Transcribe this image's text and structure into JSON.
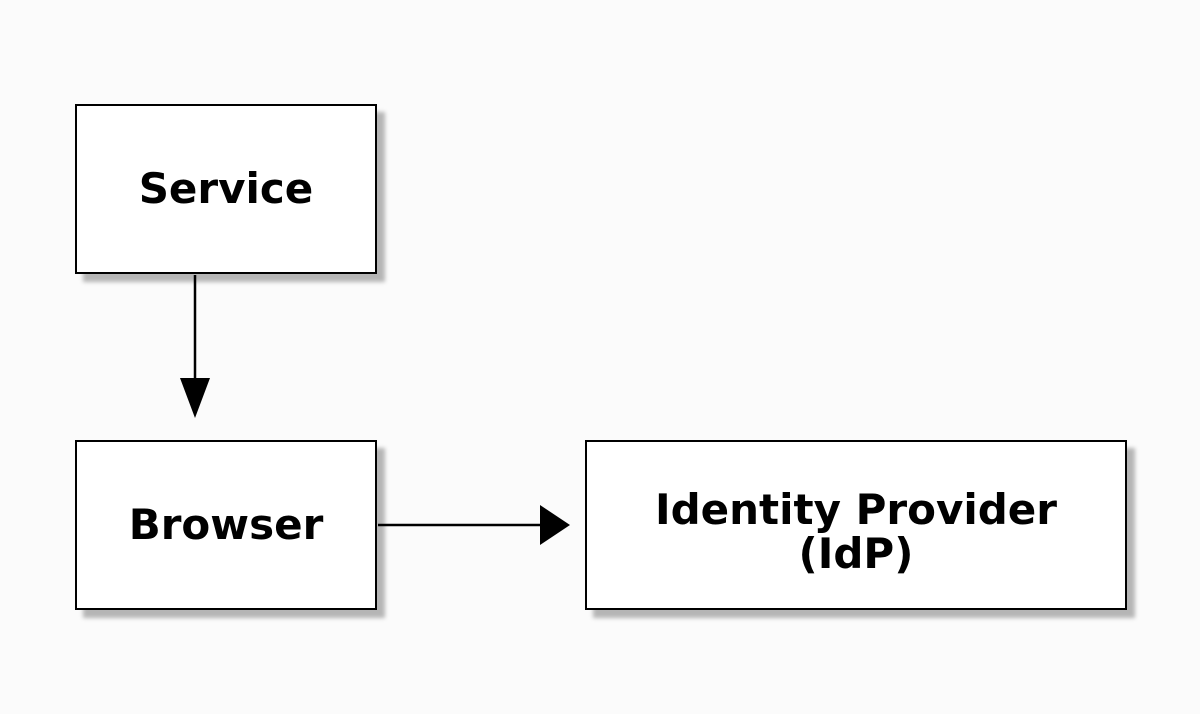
{
  "diagram": {
    "nodes": [
      {
        "id": "service",
        "label": "Service"
      },
      {
        "id": "browser",
        "label": "Browser"
      },
      {
        "id": "idp",
        "label": "Identity Provider\n(IdP)"
      }
    ],
    "edges": [
      {
        "from": "service",
        "to": "browser"
      },
      {
        "from": "browser",
        "to": "idp"
      }
    ]
  }
}
